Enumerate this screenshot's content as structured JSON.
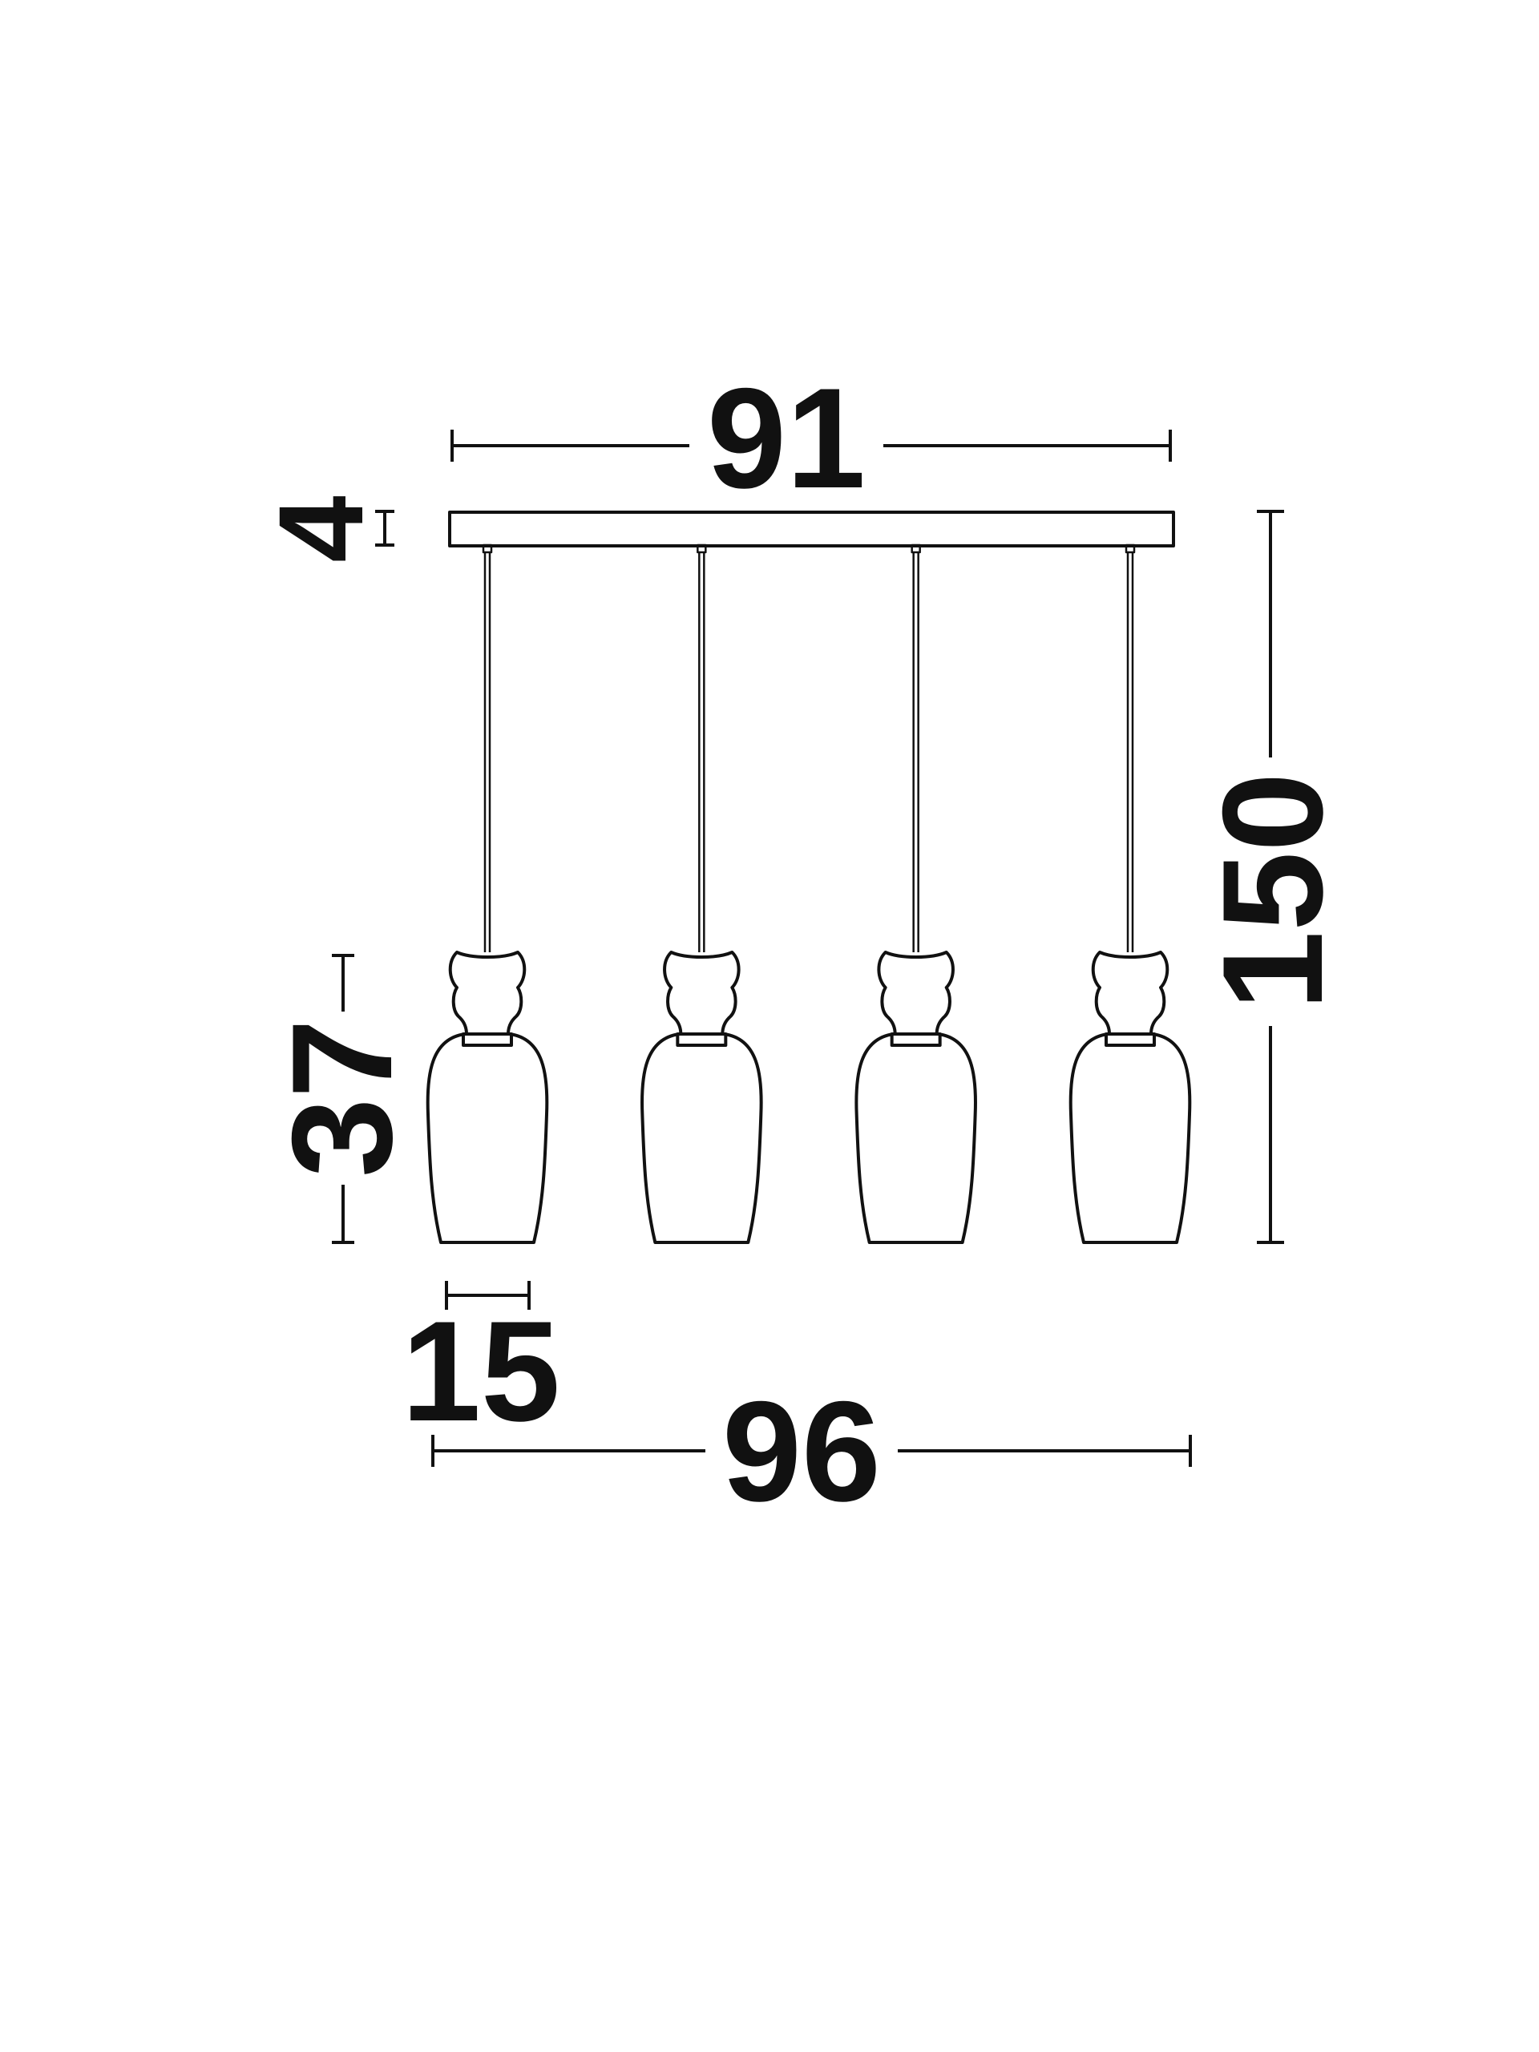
{
  "dimensions": {
    "canopy_length": "91",
    "canopy_height": "4",
    "overall_height": "150",
    "shade_height": "37",
    "shade_width": "15",
    "overall_width": "96"
  },
  "diagram": {
    "pendant_count": 4,
    "line_color": "#111111",
    "background": "#ffffff"
  }
}
